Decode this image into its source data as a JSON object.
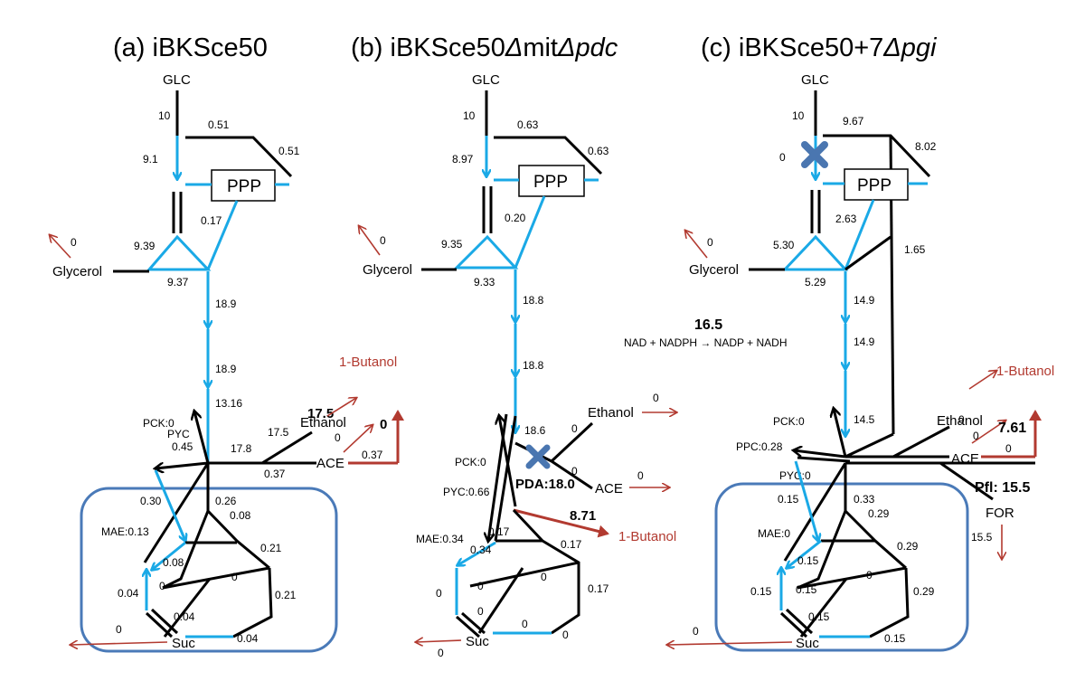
{
  "titles": {
    "a": "(a) iBKSce50",
    "b_prefix": "(b) iBKSce50",
    "b_delta1": "Δ",
    "b_mid": "mit",
    "b_delta2": "Δ",
    "b_italic": "pdc",
    "c_prefix": "(c) iBKSce50+7",
    "c_delta": "Δ",
    "c_italic": "pgi"
  },
  "nodes": {
    "glc": "GLC",
    "ppp": "PPP",
    "glycerol": "Glycerol",
    "ethanol": "Ethanol",
    "ace": "ACE",
    "suc": "Suc",
    "butanol": "1-Butanol",
    "for": "FOR"
  },
  "a": {
    "glc_in": "10",
    "ppp_top": "0.51",
    "ppp_side": "0.51",
    "glc_down": "9.1",
    "ppp_ret": "0.17",
    "tri_left": "9.39",
    "glycerol": "0",
    "tri_bottom": "9.37",
    "f1": "18.9",
    "f2": "18.9",
    "pck": "PCK:0",
    "pyc": "PYC",
    "pyc_val": "0.45",
    "v1316": "13.16",
    "v178": "17.8",
    "v175": "17.5",
    "ethanol_out": "17.5",
    "butanol_out": "0",
    "ace_out": "0",
    "v037a": "0.37",
    "v037b": "0.37",
    "v030": "0.30",
    "v026": "0.26",
    "v008": "0.08",
    "mae": "MAE:0.13",
    "v008b": "0.08",
    "v021a": "0.21",
    "tca_zero1": "0",
    "tca_zero2": "0",
    "v004a": "0.04",
    "v004b": "0.04",
    "v021b": "0.21",
    "v004c": "0.04",
    "suc_out": "0"
  },
  "b": {
    "glc_in": "10",
    "ppp_top": "0.63",
    "ppp_side": "0.63",
    "glc_down": "8.97",
    "ppp_ret": "0.20",
    "tri_left": "9.35",
    "glycerol": "0",
    "tri_bottom": "9.33",
    "f1": "18.8",
    "f2": "18.8",
    "ethanol_val": "0",
    "ethanol_out": "0",
    "v186": "18.6",
    "pck": "PCK:0",
    "pyc": "PYC:0.66",
    "pda": "PDA:18.0",
    "ace_val": "0",
    "ace_out": "0",
    "mae": "MAE:0.34",
    "v034": "0.34",
    "v017a": "0.17",
    "v017b": "0.17",
    "butanol_val": "8.71",
    "zero1": "0",
    "zero2": "0",
    "zero3": "0",
    "v017c": "0.17",
    "zero4": "0",
    "zero5": "0",
    "suc_out": "0"
  },
  "c": {
    "glc_in": "10",
    "ppp_top": "9.67",
    "ppp_side": "8.02",
    "glc_down": "0",
    "ppp_ret": "2.63",
    "tri_left": "5.30",
    "glycerol": "0",
    "tri_bottom": "5.29",
    "v165": "1.65",
    "f1": "14.9",
    "f2": "14.9",
    "nad_val": "16.5",
    "nad_eq": "NAD + NADPH → NADP + NADH",
    "pck": "PCK:0",
    "ppc": "PPC:0.28",
    "pyc": "PYC:0",
    "v145": "14.5",
    "ethanol_val": "0",
    "butanol_val": "7.61",
    "ace_val": "0",
    "ace_out": "0",
    "pfl": "Pfl: 15.5",
    "for_out": "15.5",
    "v015a": "0.15",
    "v033": "0.33",
    "v029a": "0.29",
    "mae": "MAE:0",
    "v029b": "0.29",
    "v015b": "0.15",
    "zero1": "0",
    "v015c": "0.15",
    "v029c": "0.29",
    "v015d": "0.15",
    "v015e": "0.15",
    "suc_out": "0"
  }
}
